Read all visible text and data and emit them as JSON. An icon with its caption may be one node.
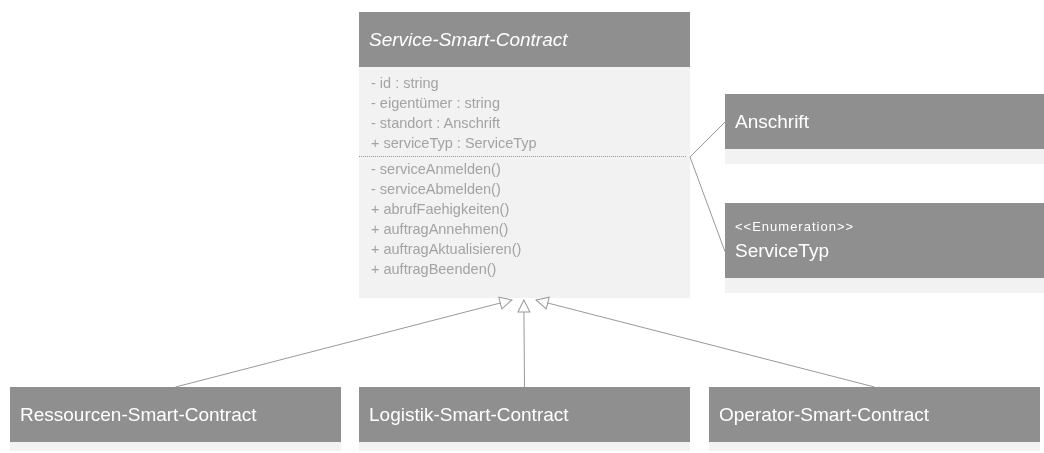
{
  "diagram": {
    "nodes": [
      {
        "text": [
          "Service-Smart-Contract",
          "- id : string",
          "- eigentümer : string",
          "- standort : Anschrift",
          "+ serviceTyp : ServiceTyp",
          "- serviceAnmelden()",
          "- serviceAbmelden()",
          "+ abrufFaehigkeiten()",
          "+ auftragAnnehmen()",
          "+ auftragAktualisieren()",
          "+ auftragBeenden()"
        ]
      },
      {
        "text": [
          "Anschrift"
        ]
      },
      {
        "text": [
          "<<Enumeration>>",
          "ServiceTyp"
        ]
      },
      {
        "text": [
          "Ressourcen-Smart-Contract"
        ]
      },
      {
        "text": [
          "Logistik-Smart-Contract"
        ]
      },
      {
        "text": [
          "Operator-Smart-Contract"
        ]
      }
    ],
    "edges": [
      {
        "from": 0,
        "to": 1,
        "arrow": "none"
      },
      {
        "from": 0,
        "to": 2,
        "arrow": "none"
      },
      {
        "from": 3,
        "to": 0,
        "arrow": "to"
      },
      {
        "from": 4,
        "to": 0,
        "arrow": "to"
      },
      {
        "from": 5,
        "to": 0,
        "arrow": "to"
      }
    ]
  }
}
